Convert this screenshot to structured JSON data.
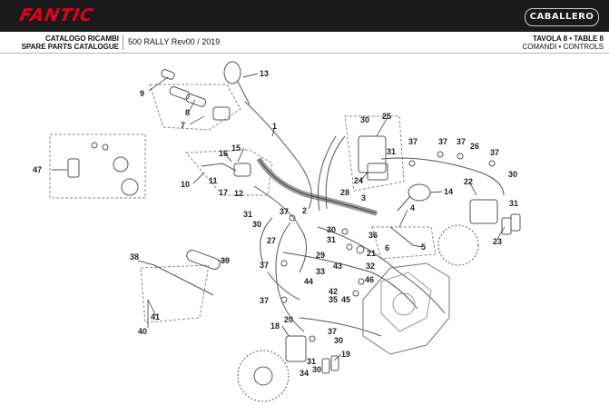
{
  "header": {
    "brand": "FANTIC",
    "model_badge": "CABALLERO",
    "catalog_it": "CATALOGO RICAMBI",
    "catalog_en": "SPARE PARTS CATALOGUE",
    "document": "500 RALLY Rev00 / 2019",
    "table_number": "TAVOLA 8 • TABLE 8",
    "table_name": "COMANDI • CONTROLS"
  },
  "callouts": [
    "1",
    "2",
    "3",
    "4",
    "5",
    "6",
    "7",
    "8",
    "9",
    "10",
    "11",
    "12",
    "13",
    "14",
    "15",
    "16",
    "17",
    "18",
    "19",
    "20",
    "21",
    "22",
    "23",
    "24",
    "25",
    "26",
    "27",
    "28",
    "29",
    "30",
    "30",
    "30",
    "30",
    "30",
    "31",
    "31",
    "31",
    "31",
    "31",
    "32",
    "33",
    "34",
    "35",
    "36",
    "37",
    "37",
    "37",
    "37",
    "37",
    "37",
    "37",
    "37",
    "37",
    "38",
    "39",
    "40",
    "41",
    "42",
    "43",
    "44",
    "45",
    "46",
    "47"
  ],
  "colors": {
    "header_bg": "#1a1a1a",
    "brand": "#e3001b",
    "callout_line": "#222222",
    "part_stroke": "#555555"
  }
}
